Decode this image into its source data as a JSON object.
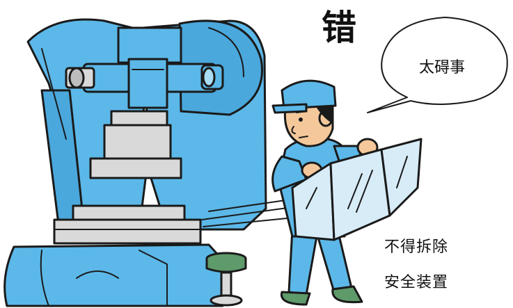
{
  "title_char": "错",
  "speech": {
    "text": "太碍事"
  },
  "caption": {
    "line1": "不得拆除",
    "line2": "安全装置"
  },
  "colors": {
    "machine_blue": "#5cb8e8",
    "machine_shadow": "#3f95c6",
    "machine_light": "#a9dcf5",
    "metal_gray": "#d9d9d9",
    "metal_dark": "#bdbdbd",
    "stool_green": "#5f9a6a",
    "skin": "#f4c89a",
    "guard_glass": "#d7ecf7",
    "outline": "#1a1a1a"
  },
  "icons": {
    "scene": "worker-removing-guard-illustration"
  }
}
